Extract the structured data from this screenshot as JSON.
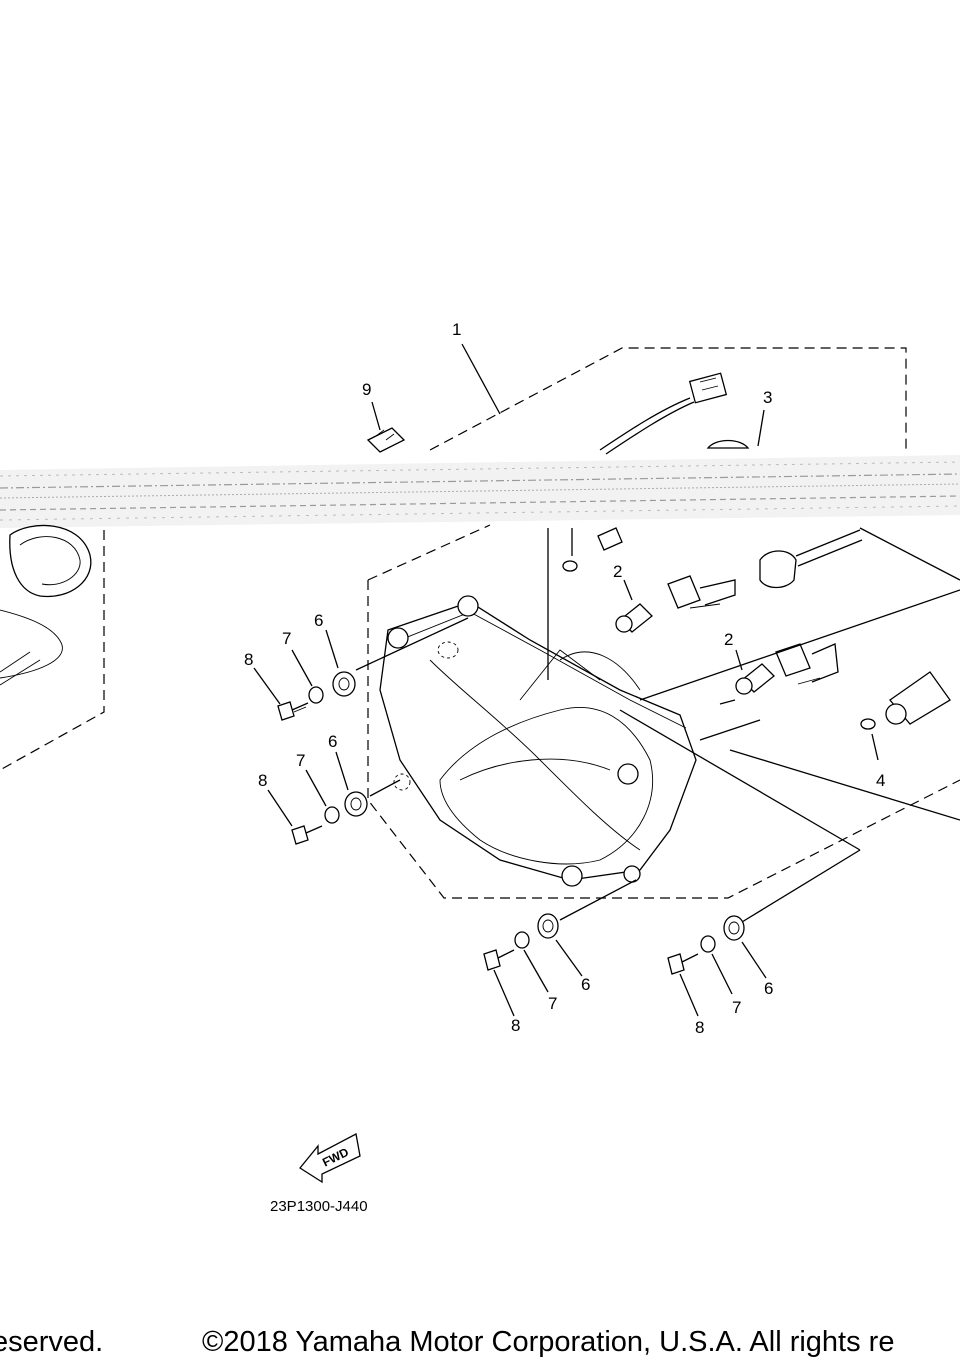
{
  "callouts": {
    "c1": "1",
    "c2a": "2",
    "c2b": "2",
    "c3": "3",
    "c4": "4",
    "c6a": "6",
    "c6b": "6",
    "c6c": "6",
    "c6d": "6",
    "c7a": "7",
    "c7b": "7",
    "c7c": "7",
    "c7d": "7",
    "c8a": "8",
    "c8b": "8",
    "c8c": "8",
    "c8d": "8",
    "c9": "9"
  },
  "fwd_label": "FWD",
  "diagram_code": "23P1300-J440",
  "footer": {
    "left": "eserved.",
    "right": "©2018 Yamaha Motor Corporation, U.S.A. All rights re"
  }
}
